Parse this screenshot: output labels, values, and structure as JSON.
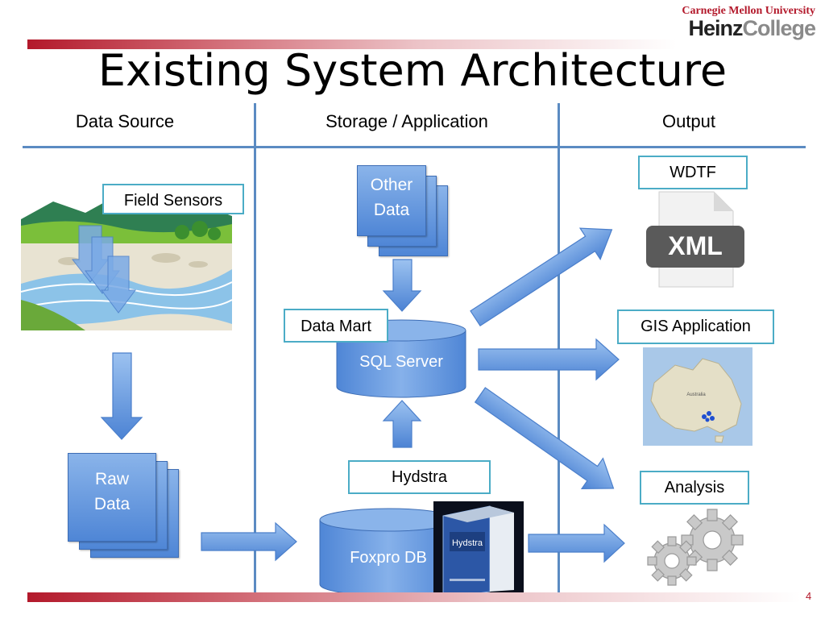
{
  "header": {
    "university": "Carnegie Mellon University",
    "college_part1": "Heinz",
    "college_part2": "College"
  },
  "slide": {
    "title": "Existing System Architecture",
    "page_number": "4"
  },
  "columns": {
    "data_source": "Data Source",
    "storage_application": "Storage / Application",
    "output": "Output"
  },
  "nodes": {
    "field_sensors": "Field Sensors",
    "raw_data_line1": "Raw",
    "raw_data_line2": "Data",
    "other_data_line1": "Other",
    "other_data_line2": "Data",
    "data_mart": "Data Mart",
    "sql_server": "SQL Server",
    "hydstra": "Hydstra",
    "foxpro_db": "Foxpro DB",
    "hydstra_box": "Hydstra",
    "wdtf": "WDTF",
    "xml": "XML",
    "gis_application": "GIS Application",
    "analysis": "Analysis",
    "map_label": "Australia"
  },
  "colors": {
    "brand_red": "#b3192b",
    "line_blue": "#5b8bc2",
    "shape_blue": "#5a8fdb",
    "box_border": "#4bacc6"
  }
}
